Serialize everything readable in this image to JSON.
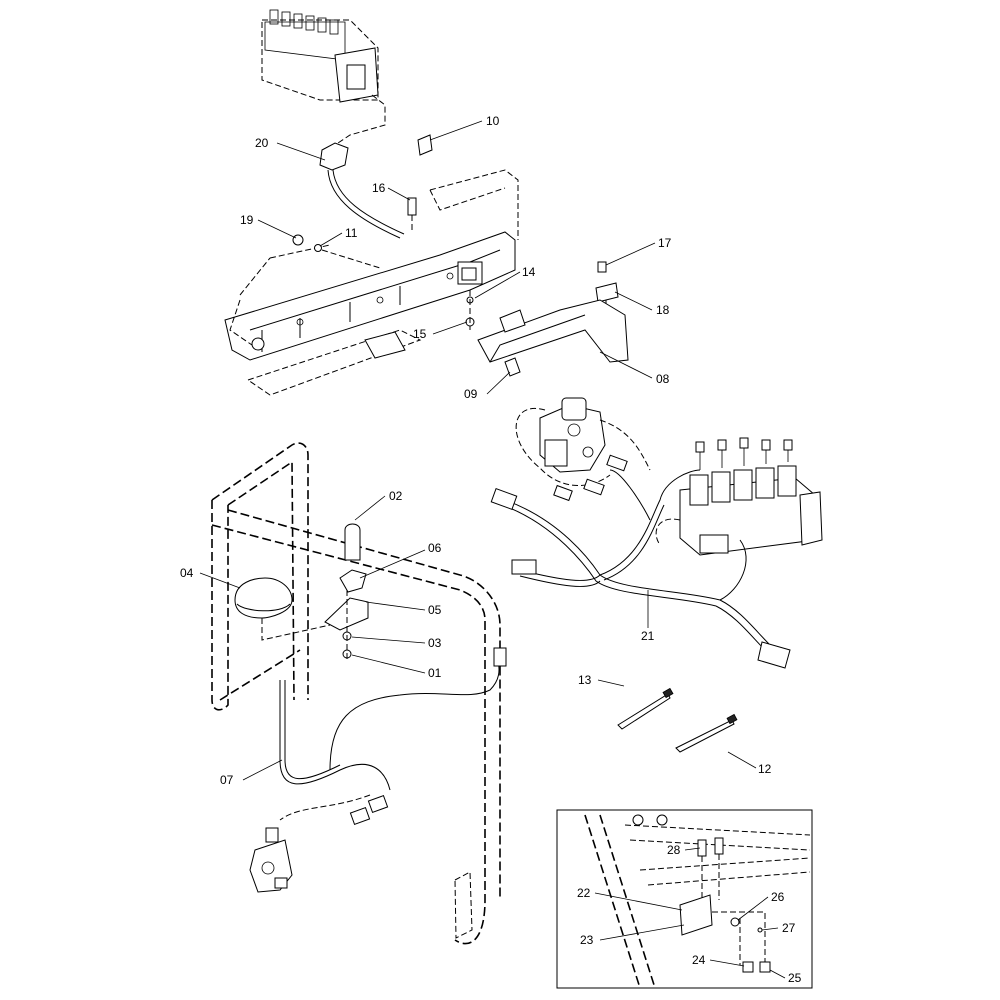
{
  "callouts": [
    {
      "id": "c10",
      "label": "10"
    },
    {
      "id": "c20",
      "label": "20"
    },
    {
      "id": "c16",
      "label": "16"
    },
    {
      "id": "c19",
      "label": "19"
    },
    {
      "id": "c11",
      "label": "11"
    },
    {
      "id": "c17",
      "label": "17"
    },
    {
      "id": "c14",
      "label": "14"
    },
    {
      "id": "c18",
      "label": "18"
    },
    {
      "id": "c15",
      "label": "15"
    },
    {
      "id": "c08",
      "label": "08"
    },
    {
      "id": "c09",
      "label": "09"
    },
    {
      "id": "c02",
      "label": "02"
    },
    {
      "id": "c06",
      "label": "06"
    },
    {
      "id": "c04",
      "label": "04"
    },
    {
      "id": "c05",
      "label": "05"
    },
    {
      "id": "c03",
      "label": "03"
    },
    {
      "id": "c01",
      "label": "01"
    },
    {
      "id": "c21",
      "label": "21"
    },
    {
      "id": "c13",
      "label": "13"
    },
    {
      "id": "c12",
      "label": "12"
    },
    {
      "id": "c07",
      "label": "07"
    },
    {
      "id": "c28",
      "label": "28"
    },
    {
      "id": "c22",
      "label": "22"
    },
    {
      "id": "c26",
      "label": "26"
    },
    {
      "id": "c23",
      "label": "23"
    },
    {
      "id": "c27",
      "label": "27"
    },
    {
      "id": "c24",
      "label": "24"
    },
    {
      "id": "c25",
      "label": "25"
    }
  ]
}
